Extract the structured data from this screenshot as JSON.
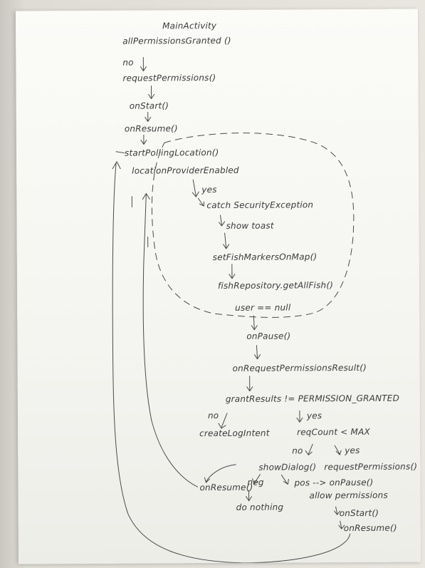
{
  "nodes": {
    "main_activity": "MainActivity",
    "all_permissions_granted": "allPermissionsGranted ()",
    "no_1": "no",
    "request_permissions_1": "requestPermissions()",
    "on_start_1": "onStart()",
    "on_resume_1": "onResume()",
    "start_polling_location": "startPollingLocation()",
    "location_provider_enabled": "locationProviderEnabled",
    "yes_1": "yes",
    "catch_security_exception": "catch SecurityException",
    "show_toast": "show toast",
    "set_fish_markers": "setFishMarkersOnMap()",
    "fish_repository": "fishRepository.getAllFish()",
    "user_null": "user == null",
    "on_pause_1": "onPause()",
    "on_request_permissions_result": "onRequestPermissionsResult()",
    "grant_results": "grantResults != PERMISSION_GRANTED",
    "no_2": "no",
    "yes_2": "yes",
    "create_log_intent": "createLogIntent",
    "req_count": "reqCount < MAX",
    "no_3": "no",
    "yes_3": "yes",
    "show_dialog": "showDialog()",
    "request_permissions_2": "requestPermissions()",
    "neg": "neg",
    "pos_on_pause": "pos --> onPause()",
    "on_resume_2": "onResume()",
    "allow_permissions": "allow permissions",
    "do_nothing": "do nothing",
    "on_start_2": "onStart()",
    "on_resume_3": "onResume()"
  }
}
